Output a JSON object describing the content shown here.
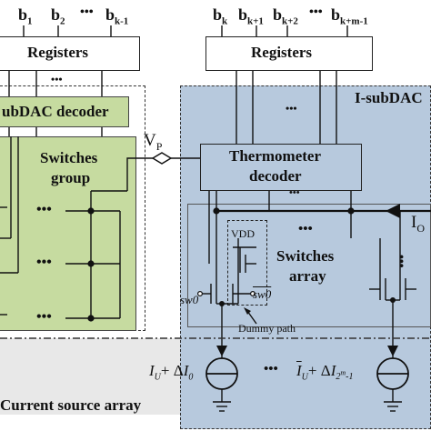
{
  "left_bits": {
    "b1": "b",
    "b1_sub": "1",
    "b2": "b",
    "b2_sub": "2",
    "dots": "•••",
    "bk1": "b",
    "bk1_sub": "k-1"
  },
  "right_bits": {
    "bk": "b",
    "bk_sub": "k",
    "bk1": "b",
    "bk1_sub": "k+1",
    "bk2": "b",
    "bk2_sub": "k+2",
    "dots": "•••",
    "bkm": "b",
    "bkm_sub": "k+m-1"
  },
  "left_registers": "Registers",
  "right_registers": "Registers",
  "left_reg_dots": "•••",
  "right_reg_dots": "•••",
  "vsub_decoder": "ubDAC decoder",
  "switches_group": {
    "line1": "Switches",
    "line2": "group"
  },
  "vp": {
    "main": "V",
    "sub": "P"
  },
  "isubdac_label": "I-subDAC",
  "thermo_decoder": {
    "line1": "Thermometer",
    "line2": "decoder"
  },
  "decoder_dots": "•••",
  "vdd": "VDD",
  "switches_array": {
    "line1": "Switches",
    "line2": "array"
  },
  "sw0": "sw0",
  "sw0_bar": "sw0",
  "dummy_path": "Dummy path",
  "io": {
    "main": "I",
    "sub": "O"
  },
  "current_left": {
    "i": "I",
    "u": "U",
    "plus": "+",
    "delta": "Δ",
    "i2": "I",
    "sub": "0"
  },
  "current_right": {
    "i": "I",
    "u": "U",
    "plus": "+",
    "delta": "Δ",
    "i2": "I",
    "sub": "2",
    "sup": "m",
    "tail": "-1"
  },
  "mid_dots": "•••",
  "current_source_array": "Current source array",
  "colors": {
    "green_fill": "#c6dba0",
    "blue_fill": "#b7c9dd",
    "gray_band": "#e8e8e8",
    "line": "#111111"
  }
}
